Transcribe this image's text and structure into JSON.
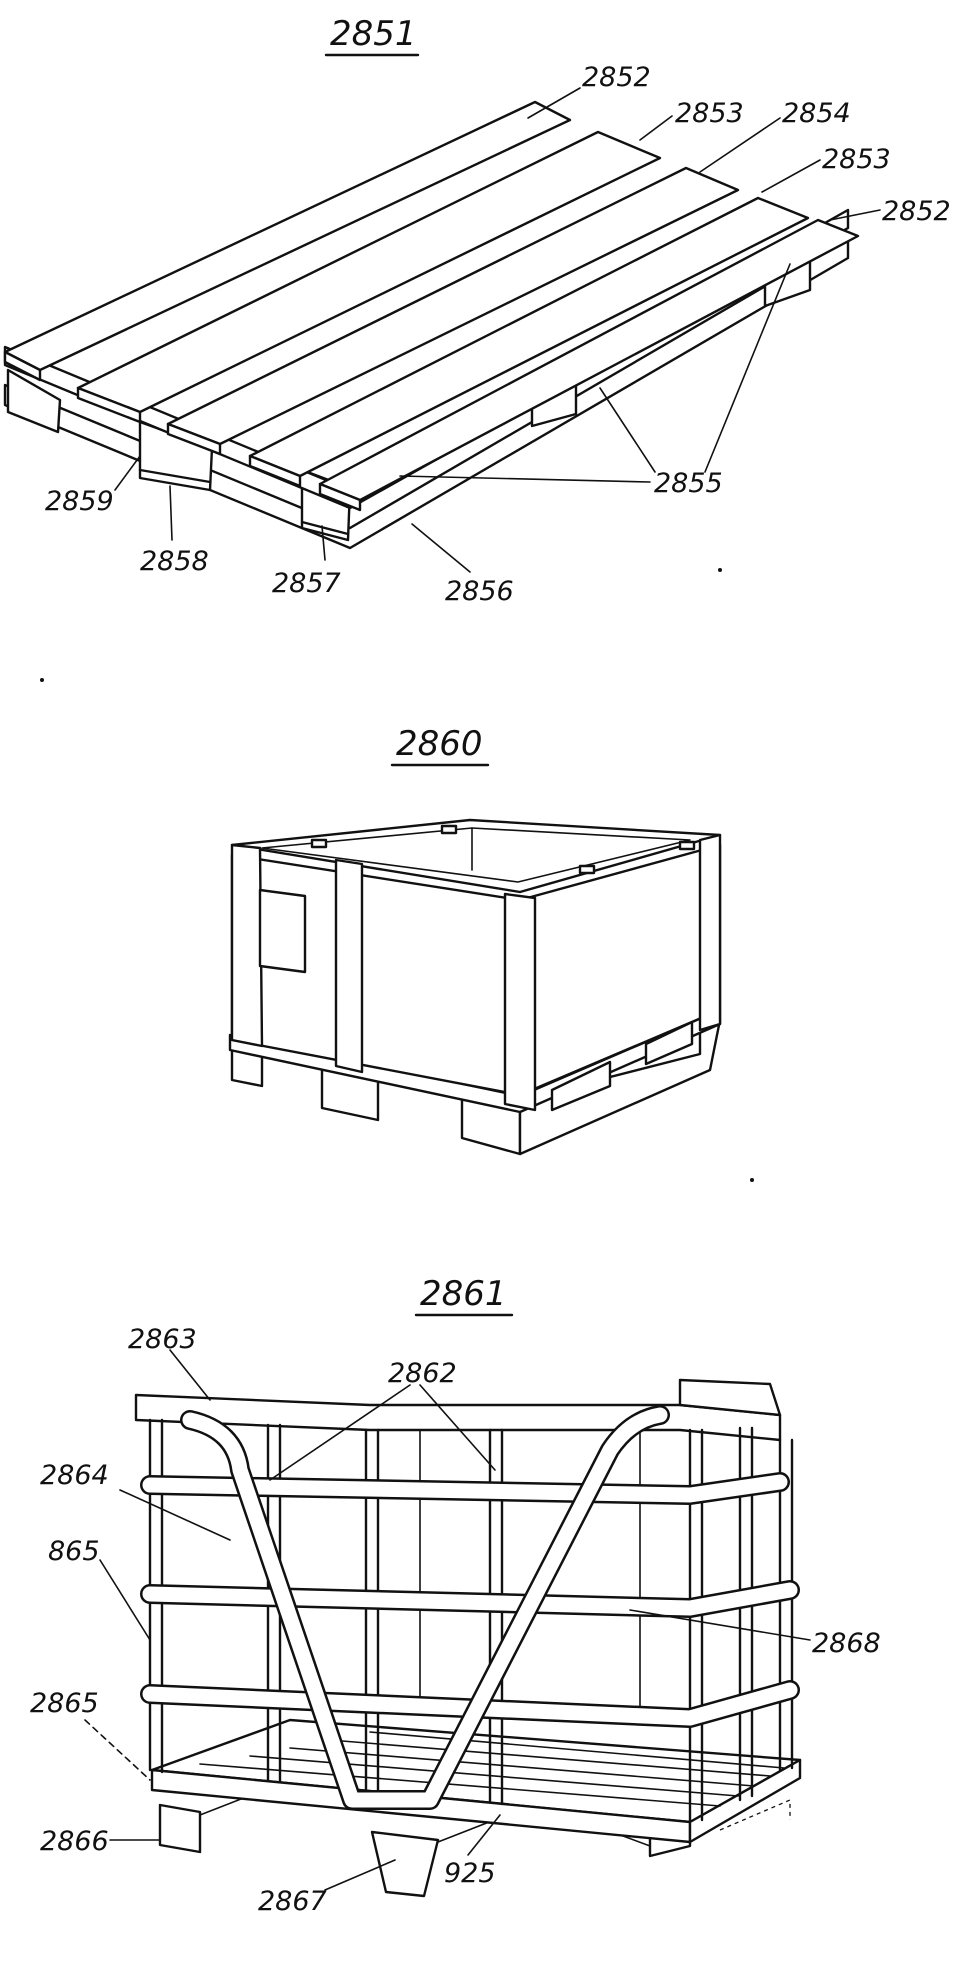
{
  "figures": [
    {
      "id": "fig1",
      "title": "2851",
      "labels": [
        "2852",
        "2853",
        "2854",
        "2853",
        "2852",
        "2855",
        "2859",
        "2858",
        "2857",
        "2856"
      ]
    },
    {
      "id": "fig2",
      "title": "2860",
      "labels": []
    },
    {
      "id": "fig3",
      "title": "2861",
      "labels": [
        "2863",
        "2862",
        "2864",
        "865",
        "2868",
        "2865",
        "2866",
        "2867",
        "925"
      ]
    }
  ]
}
